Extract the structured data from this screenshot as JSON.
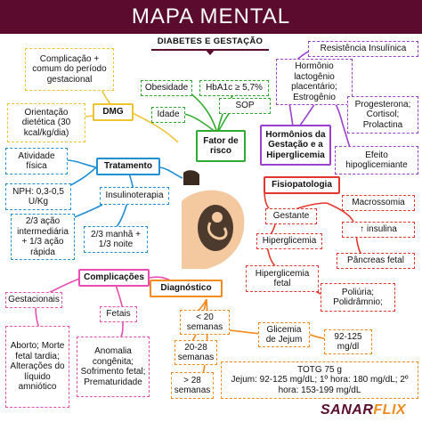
{
  "header": {
    "title": "MAPA MENTAL",
    "subtitle": "DIABETES E GESTAÇÃO"
  },
  "colors": {
    "header_bg": "#5a0b2e",
    "green": "#2eaa2e",
    "purple": "#9b3fcf",
    "blue": "#1f8fd6",
    "yellow": "#f0c330",
    "red": "#e2372e",
    "pink": "#e94cb4",
    "orange": "#f28a1c"
  },
  "center": {
    "icon": "pregnant-woman-icon",
    "hubs": {
      "fator_risco": "Fator de risco",
      "hormonios": "Hormônios da Gestação e a Hiperglicemia",
      "fisiopatologia": "Fisiopatologia",
      "diagnostico": "Diagnóstico",
      "complicacoes": "Complicações",
      "tratamento": "Tratamento",
      "dmg": "DMG"
    }
  },
  "fator_risco": {
    "items": [
      "Obesidade",
      "HbA1c ≥ 5,7%",
      "Idade",
      "SOP"
    ]
  },
  "hormonios": {
    "items": [
      "Resistência Insulínica",
      "Hormônio lactogênio placentário; Estrogênio",
      "Progesterona; Cortisol; Prolactina",
      "Efeito hipoglicemiante"
    ]
  },
  "fisiopatologia": {
    "items": [
      "Gestante",
      "Macrossomia",
      "↑ insulina",
      "Hiperglicemia",
      "Pâncreas fetal",
      "Hiperglicemia fetal",
      "Poliúria; Polidrâmnio;"
    ]
  },
  "diagnostico": {
    "semanas": [
      "< 20 semanas",
      "20-28 semanas",
      "> 28 semanas"
    ],
    "glicemia": "Glicemia de Jejum",
    "glicemia_range": "92-125 mg/dl",
    "totg": "TOTG 75 g\nJejum: 92-125 mg/dL; 1º hora: 180 mg/dL; 2º hora: 153-199 mg/dL"
  },
  "complicacoes": {
    "items": [
      "Gestacionais",
      "Fetais",
      "Aborto; Morte fetal tardia; Alterações do líquido amniótico",
      "Anomalia congênita; Sofrimento fetal; Prematuridade"
    ]
  },
  "tratamento": {
    "items": [
      "Atividade física",
      "NPH: 0,3-0,5 U/Kg",
      "Insulinoterapia",
      "2/3 ação intermediária + 1/3 ação rápida",
      "2/3 manhã + 1/3 noite"
    ]
  },
  "dmg": {
    "items": [
      "Complicação + comum do período gestacional",
      "Orientação dietética (30 kcal/kg/dia)"
    ]
  },
  "logo": {
    "part1": "SANAR",
    "part2": "FLIX"
  }
}
